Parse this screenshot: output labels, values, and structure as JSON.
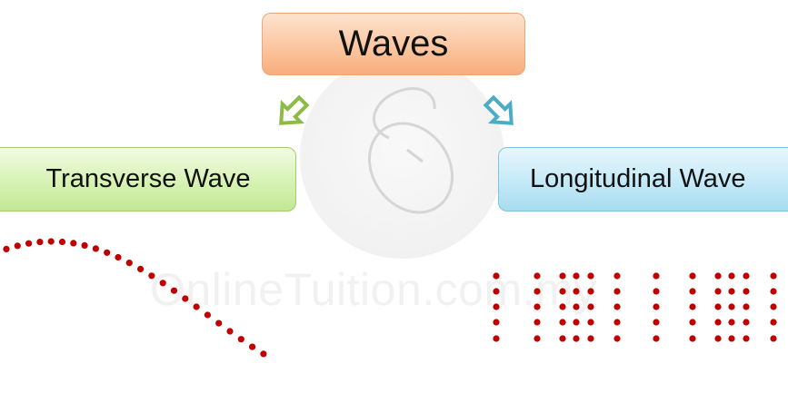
{
  "diagram": {
    "title": "Waves",
    "branches": [
      {
        "label": "Transverse Wave",
        "arrow_color": "#8cbb46"
      },
      {
        "label": "Longitudinal Wave",
        "arrow_color": "#4bacc6"
      }
    ],
    "dot_color": "#c00000"
  },
  "watermark": {
    "text": "OnlineTuition.com.my"
  }
}
